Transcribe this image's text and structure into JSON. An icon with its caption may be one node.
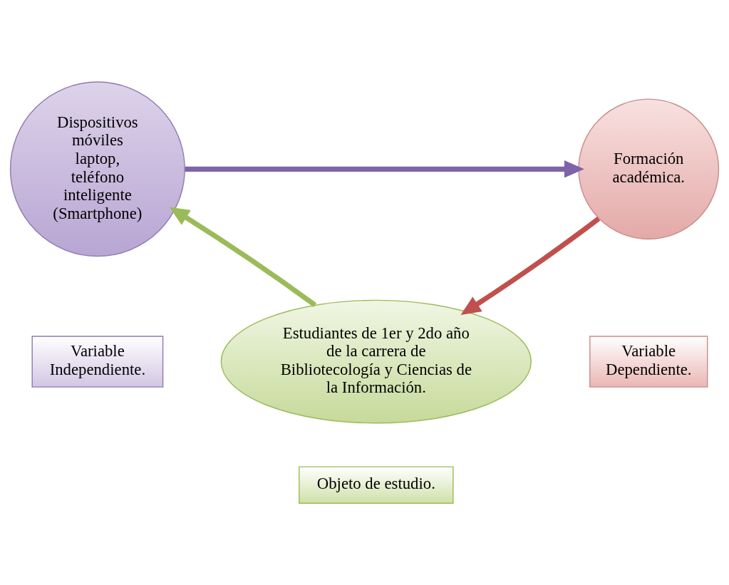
{
  "diagram": {
    "nodes": [
      {
        "text": [
          "Dispositivos móviles laptop, teléfono inteligente (Smartphone)"
        ]
      },
      {
        "text": [
          "Formación académica."
        ]
      },
      {
        "text": [
          "Variable Independiente."
        ]
      },
      {
        "text": [
          "Variable Dependiente."
        ]
      },
      {
        "text": [
          "Estudiantes de 1er y 2do año de la carrera de Bibliotecología y Ciencias de la Información."
        ]
      },
      {
        "text": [
          "Objeto de estudio."
        ]
      }
    ],
    "edges": [
      {
        "from": 0,
        "to": 1,
        "arrow": "to",
        "color": "#7f63a8"
      },
      {
        "from": 1,
        "to": 4,
        "arrow": "to",
        "color": "#c0504d"
      },
      {
        "from": 4,
        "to": 0,
        "arrow": "to",
        "color": "#9bbb59"
      }
    ]
  }
}
